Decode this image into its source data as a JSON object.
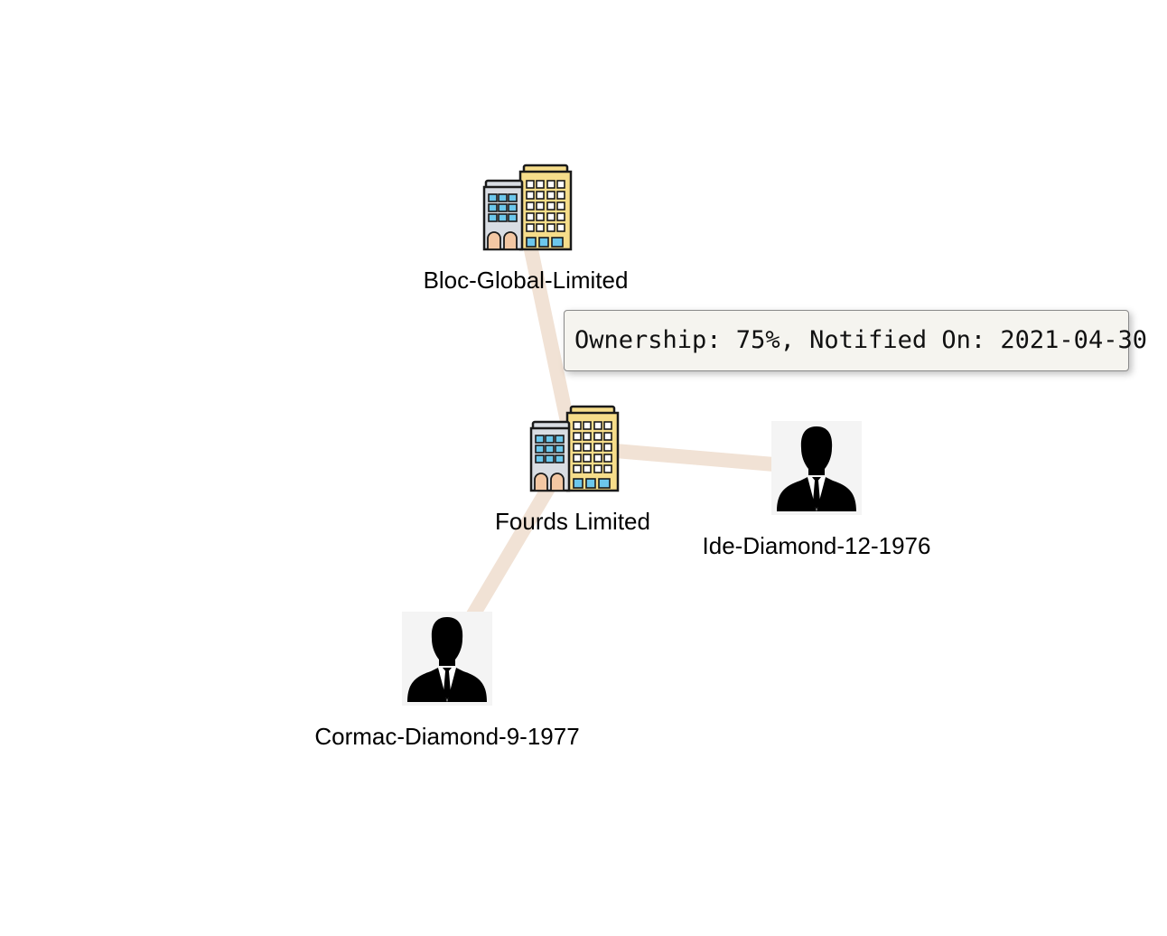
{
  "graph": {
    "edge_color": "#f1e2d5",
    "nodes": [
      {
        "id": "bloc",
        "type": "company",
        "icon": "office-building-icon",
        "label": "Bloc-Global-Limited"
      },
      {
        "id": "fourds",
        "type": "company",
        "icon": "office-building-icon",
        "label": "Fourds Limited"
      },
      {
        "id": "ide",
        "type": "person",
        "icon": "businessman-silhouette-icon",
        "label": "Ide-Diamond-12-1976"
      },
      {
        "id": "cormac",
        "type": "person",
        "icon": "businessman-silhouette-icon",
        "label": "Cormac-Diamond-9-1977"
      }
    ],
    "edges": [
      {
        "from": "bloc",
        "to": "fourds"
      },
      {
        "from": "ide",
        "to": "fourds"
      },
      {
        "from": "cormac",
        "to": "fourds"
      }
    ]
  },
  "tooltip": {
    "text": "Ownership: 75%, Notified On: 2021-04-30"
  }
}
